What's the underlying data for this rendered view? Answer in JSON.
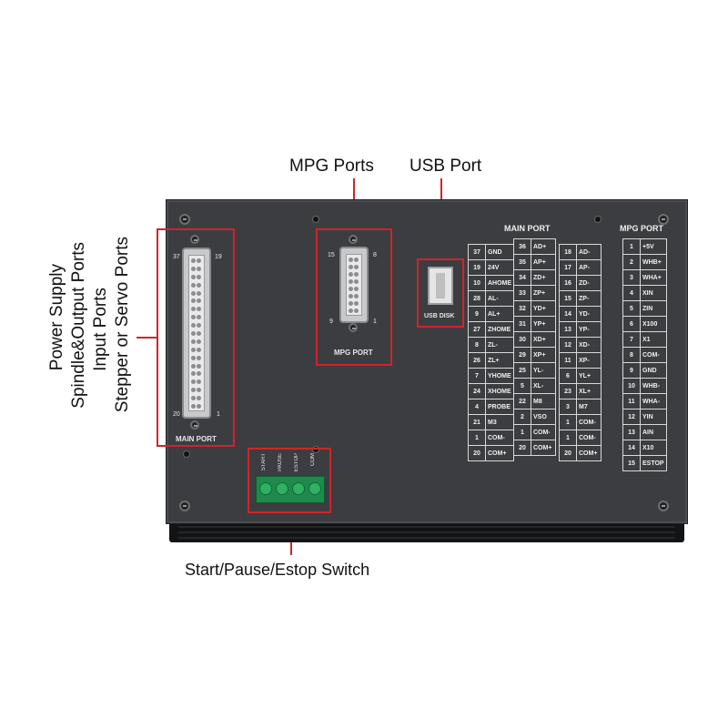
{
  "callouts": {
    "mpg_ports": "MPG Ports",
    "usb_port": "USB Port",
    "start_pause_estop": "Start/Pause/Estop Switch",
    "left_lines": [
      "Stepper or Servo Ports",
      "Input Ports",
      "Spindle&Output Ports",
      "Power Supply"
    ]
  },
  "main_db": {
    "name": "MAIN PORT",
    "pin_top_left": "37",
    "pin_top_right": "19",
    "pin_bottom_left": "20",
    "pin_bottom_right": "1"
  },
  "mpg_db": {
    "name": "MPG PORT",
    "pin_top_left": "15",
    "pin_top_right": "8",
    "pin_bottom_left": "9",
    "pin_bottom_right": "1"
  },
  "usb": {
    "label": "USB DISK"
  },
  "main_table": {
    "title": "MAIN PORT",
    "col1": [
      [
        "37",
        "GND"
      ],
      [
        "19",
        "24V"
      ],
      [
        "10",
        "AHOME"
      ],
      [
        "28",
        "AL-"
      ],
      [
        "9",
        "AL+"
      ],
      [
        "27",
        "ZHOME"
      ],
      [
        "8",
        "ZL-"
      ],
      [
        "26",
        "ZL+"
      ],
      [
        "7",
        "YHOME"
      ],
      [
        "24",
        "XHOME"
      ],
      [
        "4",
        "PROBE"
      ],
      [
        "21",
        "M3"
      ],
      [
        "1",
        "COM-"
      ],
      [
        "20",
        "COM+"
      ]
    ],
    "col2": [
      [
        "36",
        "AD+"
      ],
      [
        "35",
        "AP+"
      ],
      [
        "34",
        "ZD+"
      ],
      [
        "33",
        "ZP+"
      ],
      [
        "32",
        "YD+"
      ],
      [
        "31",
        "YP+"
      ],
      [
        "30",
        "XD+"
      ],
      [
        "29",
        "XP+"
      ],
      [
        "25",
        "YL-"
      ],
      [
        "5",
        "XL-"
      ],
      [
        "22",
        "M8"
      ],
      [
        "2",
        "VSO"
      ],
      [
        "1",
        "COM-"
      ],
      [
        "20",
        "COM+"
      ]
    ],
    "col3": [
      [
        "18",
        "AD-"
      ],
      [
        "17",
        "AP-"
      ],
      [
        "16",
        "ZD-"
      ],
      [
        "15",
        "ZP-"
      ],
      [
        "14",
        "YD-"
      ],
      [
        "13",
        "YP-"
      ],
      [
        "12",
        "XD-"
      ],
      [
        "11",
        "XP-"
      ],
      [
        "6",
        "YL+"
      ],
      [
        "23",
        "XL+"
      ],
      [
        "3",
        "M7"
      ],
      [
        "1",
        "COM-"
      ],
      [
        "1",
        "COM-"
      ],
      [
        "20",
        "COM+"
      ]
    ]
  },
  "mpg_table": {
    "title": "MPG PORT",
    "rows": [
      [
        "1",
        "+5V"
      ],
      [
        "2",
        "WHB+"
      ],
      [
        "3",
        "WHA+"
      ],
      [
        "4",
        "XIN"
      ],
      [
        "5",
        "ZIN"
      ],
      [
        "6",
        "X100"
      ],
      [
        "7",
        "X1"
      ],
      [
        "8",
        "COM-"
      ],
      [
        "9",
        "GND"
      ],
      [
        "10",
        "WHB-"
      ],
      [
        "11",
        "WHA-"
      ],
      [
        "12",
        "YIN"
      ],
      [
        "13",
        "AIN"
      ],
      [
        "14",
        "X10"
      ],
      [
        "15",
        "ESTOP"
      ]
    ]
  },
  "terminal": {
    "labels": [
      "START",
      "PAUSE",
      "ESTOP",
      "COM"
    ]
  },
  "colors": {
    "callout_red": "#d2232a",
    "panel": "#3b3d40",
    "terminal_green": "#1f8a4c"
  }
}
